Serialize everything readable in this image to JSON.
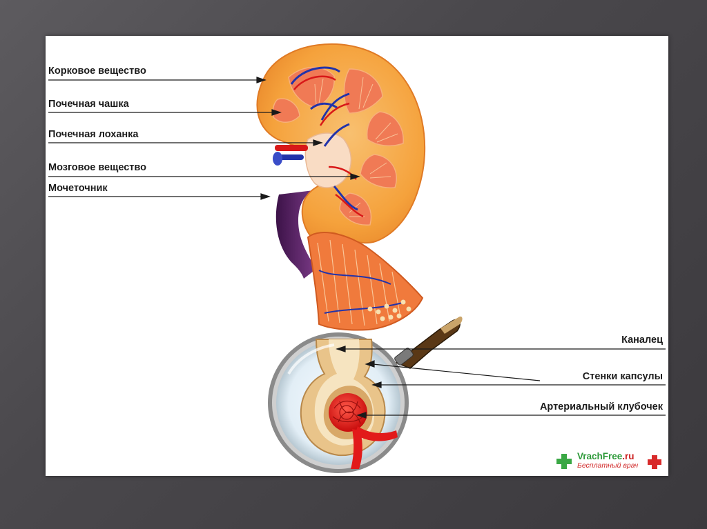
{
  "labels_left": [
    "Корковое вещество",
    "Почечная чашка",
    "Почечная лоханка",
    "Мозговое вещество",
    "Мочеточник"
  ],
  "labels_right": [
    "Каналец",
    "Стенки капсулы",
    "Артериальный клубочек"
  ],
  "brand": {
    "name": "VrachFree",
    "domain": ".ru",
    "tagline": "Бесплатный врач"
  },
  "colors": {
    "cortex": "#f5a23c",
    "medulla": "#f07848",
    "vein": "#2233aa",
    "artery": "#d81818",
    "ureter": "#5a2066",
    "capsule": "#e9c48a",
    "glomerulus": "#e21a1a",
    "leader": "#1a1a1a"
  }
}
